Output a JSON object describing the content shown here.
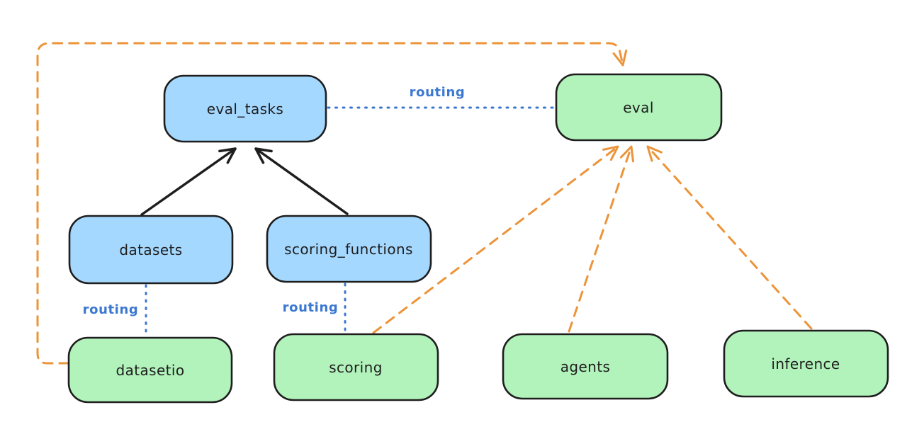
{
  "colors": {
    "background": "#ffffff",
    "node_stroke": "#1e1e1e",
    "blue_fill": "#a5d8ff",
    "green_fill": "#b2f2bb",
    "black_arrow": "#1e1e1e",
    "orange_arrow": "#ec9439",
    "routing_blue": "#3b78d1"
  },
  "nodes": [
    {
      "id": "eval_tasks",
      "label": "eval_tasks",
      "fill": "blue"
    },
    {
      "id": "eval",
      "label": "eval",
      "fill": "green"
    },
    {
      "id": "datasets",
      "label": "datasets",
      "fill": "blue"
    },
    {
      "id": "scoring_functions",
      "label": "scoring_functions",
      "fill": "blue"
    },
    {
      "id": "datasetio",
      "label": "datasetio",
      "fill": "green"
    },
    {
      "id": "scoring",
      "label": "scoring",
      "fill": "green"
    },
    {
      "id": "agents",
      "label": "agents",
      "fill": "green"
    },
    {
      "id": "inference",
      "label": "inference",
      "fill": "green"
    }
  ],
  "edges": [
    {
      "from": "datasets",
      "to": "eval_tasks",
      "style": "solid",
      "color": "black",
      "label": ""
    },
    {
      "from": "scoring_functions",
      "to": "eval_tasks",
      "style": "solid",
      "color": "black",
      "label": ""
    },
    {
      "from": "eval_tasks",
      "to": "eval",
      "style": "dotted",
      "color": "blue",
      "label": "routing"
    },
    {
      "from": "datasets",
      "to": "datasetio",
      "style": "dotted",
      "color": "blue",
      "label": "routing"
    },
    {
      "from": "scoring_functions",
      "to": "scoring",
      "style": "dotted",
      "color": "blue",
      "label": "routing"
    },
    {
      "from": "datasetio",
      "to": "eval",
      "style": "dashed",
      "color": "orange",
      "label": "",
      "route": "around-left-top"
    },
    {
      "from": "scoring",
      "to": "eval",
      "style": "dashed",
      "color": "orange",
      "label": ""
    },
    {
      "from": "agents",
      "to": "eval",
      "style": "dashed",
      "color": "orange",
      "label": ""
    },
    {
      "from": "inference",
      "to": "eval",
      "style": "dashed",
      "color": "orange",
      "label": ""
    }
  ]
}
